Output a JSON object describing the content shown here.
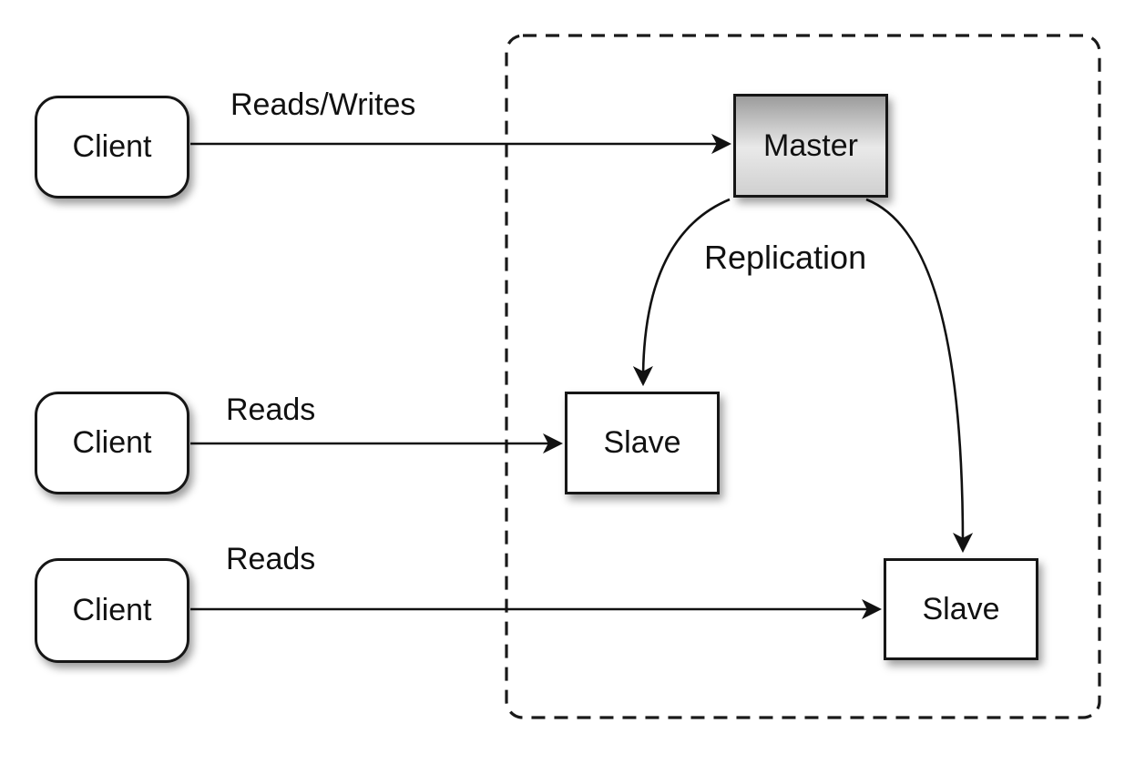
{
  "diagram": {
    "type": "architecture-diagram",
    "topic": "Master-slave database replication",
    "nodes": {
      "client_top": {
        "label": "Client"
      },
      "client_middle": {
        "label": "Client"
      },
      "client_bottom": {
        "label": "Client"
      },
      "master": {
        "label": "Master"
      },
      "slave_left": {
        "label": "Slave"
      },
      "slave_right": {
        "label": "Slave"
      }
    },
    "edges": {
      "reads_writes": {
        "label": "Reads/Writes",
        "from": "client_top",
        "to": "master"
      },
      "reads_middle": {
        "label": "Reads",
        "from": "client_middle",
        "to": "slave_left"
      },
      "reads_bottom": {
        "label": "Reads",
        "from": "client_bottom",
        "to": "slave_right"
      },
      "replication": {
        "label": "Replication",
        "from": "master",
        "to": "slave_left, slave_right"
      }
    },
    "colors": {
      "stroke": "#161616",
      "node_fill": "#ffffff",
      "master_gradient_top": "#9c9c9c",
      "master_gradient_mid": "#e9e9e9",
      "master_gradient_bottom": "#d0d0d0",
      "background": "#ffffff",
      "text": "#111111"
    }
  }
}
